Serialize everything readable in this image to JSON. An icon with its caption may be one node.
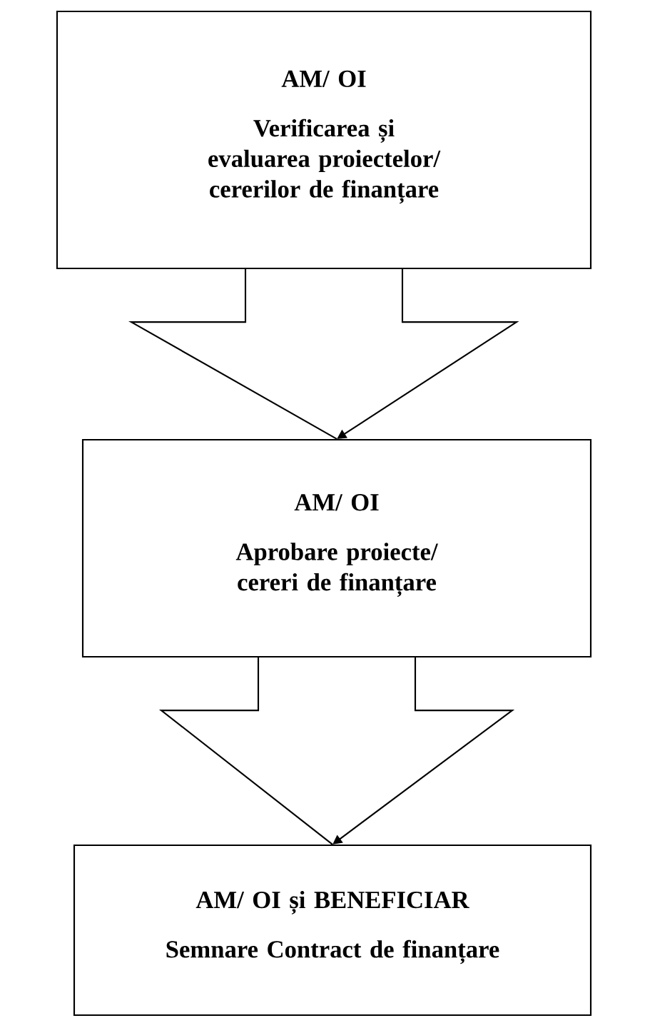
{
  "diagram": {
    "nodes": [
      {
        "text": [
          "AM/ OI",
          "Verificarea și evaluarea proiectelor/ cererilor de finanțare"
        ]
      },
      {
        "text": [
          "AM/ OI",
          "Aprobare proiecte/ cereri de finanțare"
        ]
      },
      {
        "text": [
          "AM/ OI și BENEFICIAR",
          "Semnare Contract de finanțare"
        ]
      }
    ],
    "edges": [
      {
        "from": 0,
        "to": 1,
        "arrow": "to"
      },
      {
        "from": 1,
        "to": 2,
        "arrow": "to"
      }
    ]
  }
}
